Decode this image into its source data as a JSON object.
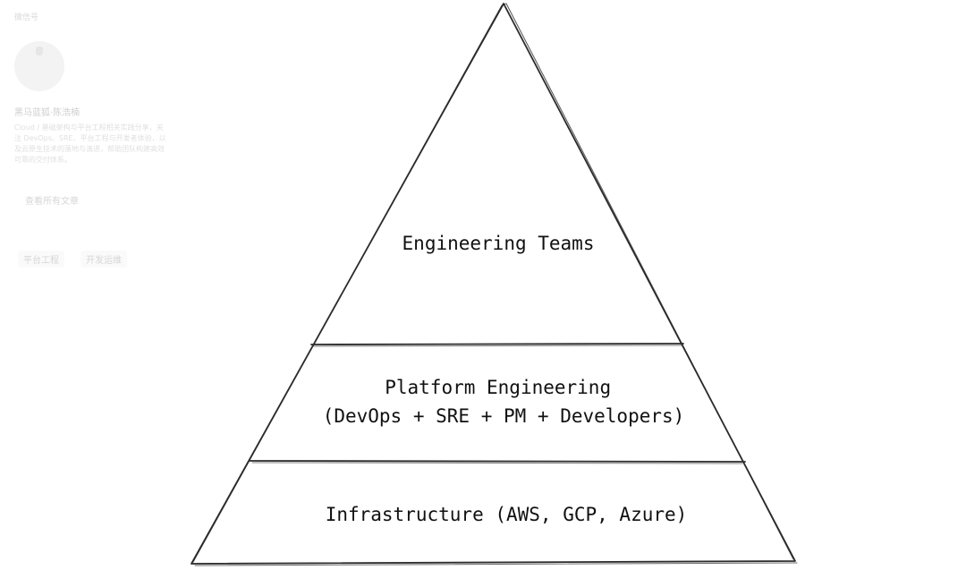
{
  "background_page": {
    "header": "微信号",
    "author": "黑马蓝狐·陈浩楠",
    "bio": "Cloud / 基础架构与平台工程相关实践分享，关注 DevOps、SRE、平台工程与开发者体验，以及云原生技术的落地与演进，帮助团队构建高效可靠的交付体系。",
    "view_all_link": "查看所有文章",
    "tags": [
      "平台工程",
      "开发运维"
    ]
  },
  "diagram": {
    "type": "pyramid",
    "tiers": [
      {
        "lines": [
          "Engineering Teams"
        ]
      },
      {
        "lines": [
          "Platform Engineering",
          "(DevOps + SRE + PM + Developers)"
        ]
      },
      {
        "lines": [
          "Infrastructure (AWS, GCP, Azure)"
        ]
      }
    ]
  }
}
